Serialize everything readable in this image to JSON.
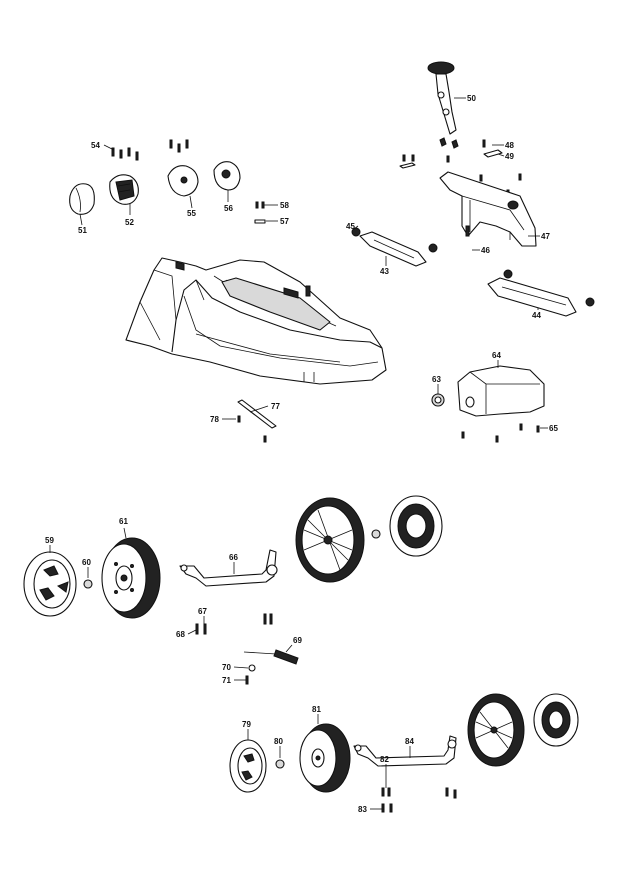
{
  "diagram": {
    "type": "exploded-parts-diagram",
    "labels": {
      "43": "43",
      "44": "44",
      "45": "45",
      "46": "46",
      "47": "47",
      "48": "48",
      "49": "49",
      "50": "50",
      "51": "51",
      "52": "52",
      "54": "54",
      "55": "55",
      "56": "56",
      "57": "57",
      "58": "58",
      "59": "59",
      "60": "60",
      "61": "61",
      "63": "63",
      "64": "64",
      "65": "65",
      "66": "66",
      "67": "67",
      "68": "68",
      "69": "69",
      "70": "70",
      "71": "71",
      "77": "77",
      "78": "78",
      "79": "79",
      "80": "80",
      "81": "81",
      "82": "82",
      "83": "83",
      "84": "84"
    }
  }
}
